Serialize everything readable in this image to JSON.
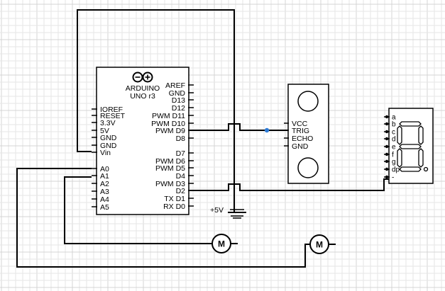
{
  "arduino": {
    "brand": "ARDUINO",
    "model": "UNO r3",
    "left_pins": [
      "IOREF",
      "RESET",
      "3.3V",
      "5V",
      "GND",
      "GND",
      "Vin",
      "A0",
      "A1",
      "A2",
      "A3",
      "A4",
      "A5"
    ],
    "right_pins": [
      "AREF",
      "GND",
      "D13",
      "D12",
      "PWM D11",
      "PWM D10",
      "PWM D9",
      "D8",
      "D7",
      "PWM D6",
      "PWM D5",
      "D4",
      "PWM D3",
      "D2",
      "TX D1",
      "RX D0"
    ]
  },
  "ultrasonic": {
    "pins": [
      "VCC",
      "TRIG",
      "ECHO",
      "GND"
    ]
  },
  "display": {
    "segments": [
      "a",
      "b",
      "c",
      "d",
      "e",
      "f",
      "g",
      "dp",
      "-"
    ]
  },
  "power": {
    "label": "+5V"
  },
  "motors": [
    {
      "label": "M"
    },
    {
      "label": "M"
    }
  ]
}
